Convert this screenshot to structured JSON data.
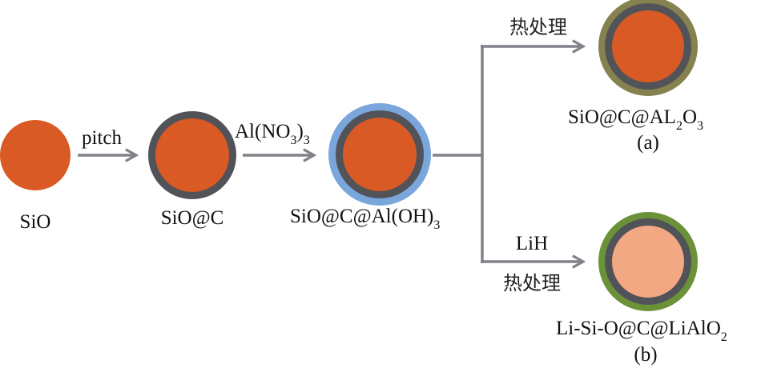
{
  "colors": {
    "core": "#d95a24",
    "core_light": "#f2a882",
    "carbon": "#515359",
    "aloh3": "#7aa6dc",
    "al2o3": "#85824f",
    "lialo2": "#6b9238",
    "arrow": "#7f8287"
  },
  "particles": {
    "sio": {
      "label": "SiO"
    },
    "sio_c": {
      "label": "SiO@C"
    },
    "sio_c_aloh3": {
      "label_main": "SiO@C@Al(OH)",
      "label_sub": "3"
    },
    "product_a": {
      "label_main": "SiO@C@AL",
      "label_sub1": "2",
      "label_mid": "O",
      "label_sub2": "3",
      "tag": "(a)"
    },
    "product_b": {
      "label_main": "Li-Si-O@C@LiAlO",
      "label_sub": "2",
      "tag": "(b)"
    }
  },
  "arrows": {
    "step1": {
      "label": "pitch"
    },
    "step2": {
      "label_main": "Al(NO",
      "label_sub1": "3",
      "label_close": ")",
      "label_sub2": "3"
    },
    "branch_a": {
      "label": "热处理"
    },
    "branch_b": {
      "label_top": "LiH",
      "label_bottom": "热处理"
    }
  }
}
